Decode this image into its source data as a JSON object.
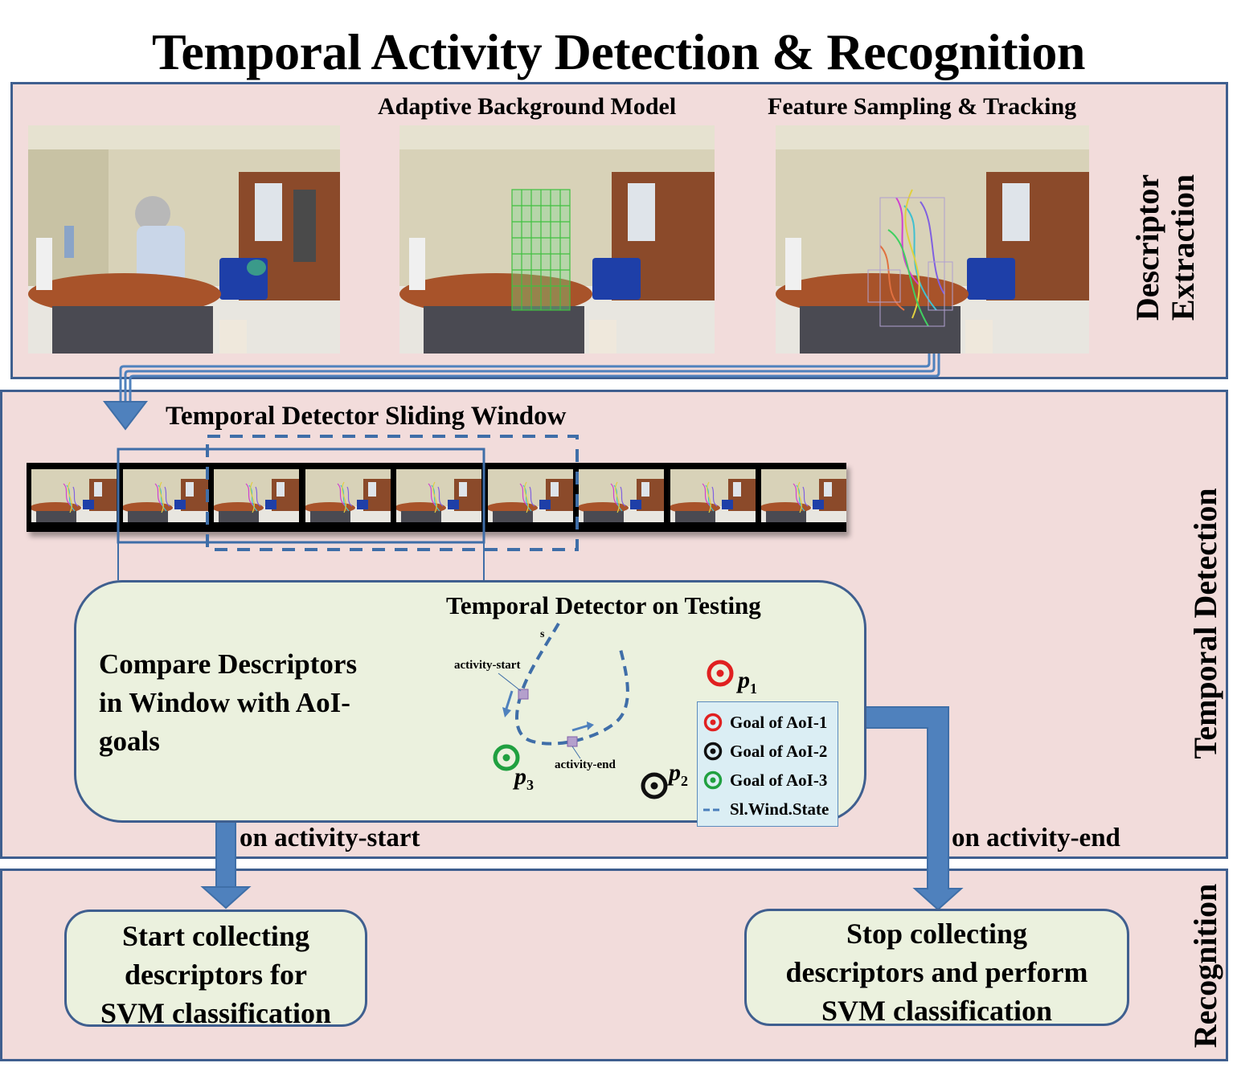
{
  "title": "Temporal Activity Detection & Recognition",
  "sections": {
    "descriptor_extraction": {
      "label_line1": "Descriptor",
      "label_line2": "Extraction",
      "step_captions": [
        "Adaptive Background Model",
        "Feature Sampling & Tracking"
      ],
      "images": [
        {
          "name": "input-frame",
          "description": "Person talking on phone in office"
        },
        {
          "name": "background-model-frame",
          "description": "Foreground grid overlay on person"
        },
        {
          "name": "feature-tracking-frame",
          "description": "Tracked feature trajectories on person"
        }
      ]
    },
    "temporal_detection": {
      "label": "Temporal Detection",
      "sliding_window_caption": "Temporal Detector  Sliding Window",
      "frame_count": 9,
      "detector_box": {
        "left_text_lines": [
          "Compare Descriptors",
          "in Window with AoI-",
          "goals"
        ],
        "plot_title": "Temporal Detector on Testing",
        "path_label_s": "s",
        "activity_start_label": "activity-start",
        "activity_end_label": "activity-end",
        "points": [
          {
            "id": "p1",
            "label": "p",
            "sub": "1",
            "color": "#e02020"
          },
          {
            "id": "p2",
            "label": "p",
            "sub": "2",
            "color": "#101010"
          },
          {
            "id": "p3",
            "label": "p",
            "sub": "3",
            "color": "#20a040"
          }
        ],
        "legend": [
          {
            "label": "Goal of AoI-1",
            "color": "#e02020"
          },
          {
            "label": "Goal of AoI-2",
            "color": "#101010"
          },
          {
            "label": "Goal of AoI-3",
            "color": "#20a040"
          },
          {
            "label": "Sl.Wind.State",
            "color": "#4a7ebb"
          }
        ]
      },
      "on_start_label": "on activity-start",
      "on_end_label": "on activity-end"
    },
    "recognition": {
      "label": "Recognition",
      "start_box_lines": [
        "Start collecting",
        "descriptors for",
        "SVM classification"
      ],
      "stop_box_lines": [
        "Stop collecting",
        "descriptors and perform",
        "SVM classification"
      ]
    }
  },
  "colors": {
    "panel_bg": "#f2dcdb",
    "panel_border": "#3f5f8f",
    "arrow_fill": "#4f81bd",
    "box_bg": "#ebf1de",
    "legend_bg": "#dbeef4"
  }
}
